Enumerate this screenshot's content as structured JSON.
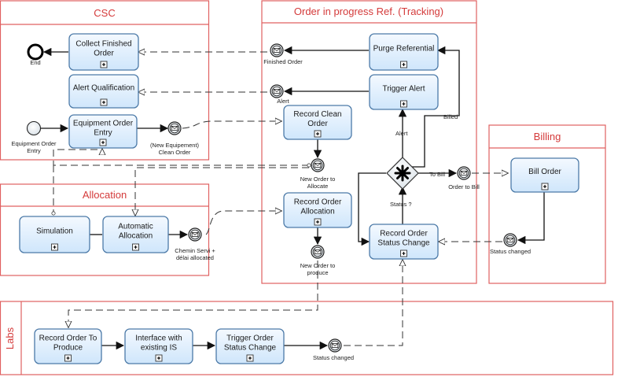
{
  "colors": {
    "pool_border": "#e06060",
    "pool_title": "#d43a3a",
    "task_fill_top": "#f4f9ff",
    "task_fill_bottom": "#cfe6fb",
    "task_border": "#4c7aa8",
    "flow": "#111111"
  },
  "pools": {
    "csc": "CSC",
    "tracking": "Order in progress Ref. (Tracking)",
    "billing": "Billing",
    "allocation": "Allocation",
    "labs": "Labs"
  },
  "tasks": {
    "collect_finished_order": [
      "Collect Finished",
      "Order"
    ],
    "alert_qualification": [
      "Alert Qualification"
    ],
    "equipment_order_entry": [
      "Equipment Order",
      "Entry"
    ],
    "purge_referential": [
      "Purge Referential"
    ],
    "trigger_alert": [
      "Trigger Alert"
    ],
    "record_clean_order": [
      "Record Clean",
      "Order"
    ],
    "record_order_allocation": [
      "Record Order",
      "Allocation"
    ],
    "record_order_status_change": [
      "Record Order",
      "Status Change"
    ],
    "bill_order": [
      "Bill Order"
    ],
    "simulation": [
      "Simulation"
    ],
    "automatic_allocation": [
      "Automatic",
      "Allocation"
    ],
    "record_order_to_produce": [
      "Record Order To",
      "Produce"
    ],
    "interface_existing_is": [
      "Interface with",
      "existing IS"
    ],
    "trigger_order_status_change": [
      "Trigger Order",
      "Status Change"
    ]
  },
  "events": {
    "end": [
      "End"
    ],
    "equipment_order_entry_start": [
      "Equipment Order",
      "Entry"
    ],
    "new_equipment_clean_order": [
      "(New Equipement)",
      "Clean Order"
    ],
    "finished_order": [
      "Finished Order"
    ],
    "alert": [
      "Alert"
    ],
    "new_order_to_allocate": [
      "New Order to",
      "Allocate"
    ],
    "order_to_bill": [
      "Order to Bill"
    ],
    "status_changed_billing": [
      "Status changed"
    ],
    "chemin_servi": [
      "Chemin Servi +",
      "délai allocated"
    ],
    "new_order_to_produce": [
      "New Order to",
      "produce"
    ],
    "status_changed_labs": [
      "Status changed"
    ]
  },
  "flow_labels": {
    "billed": "Billed",
    "alert": "Alert",
    "to_bill": "To Bill",
    "status": "Status ?"
  },
  "icons": {
    "task_marker": "plus-square-icon",
    "message_event": "envelope-icon",
    "gateway": "asterisk-icon"
  }
}
